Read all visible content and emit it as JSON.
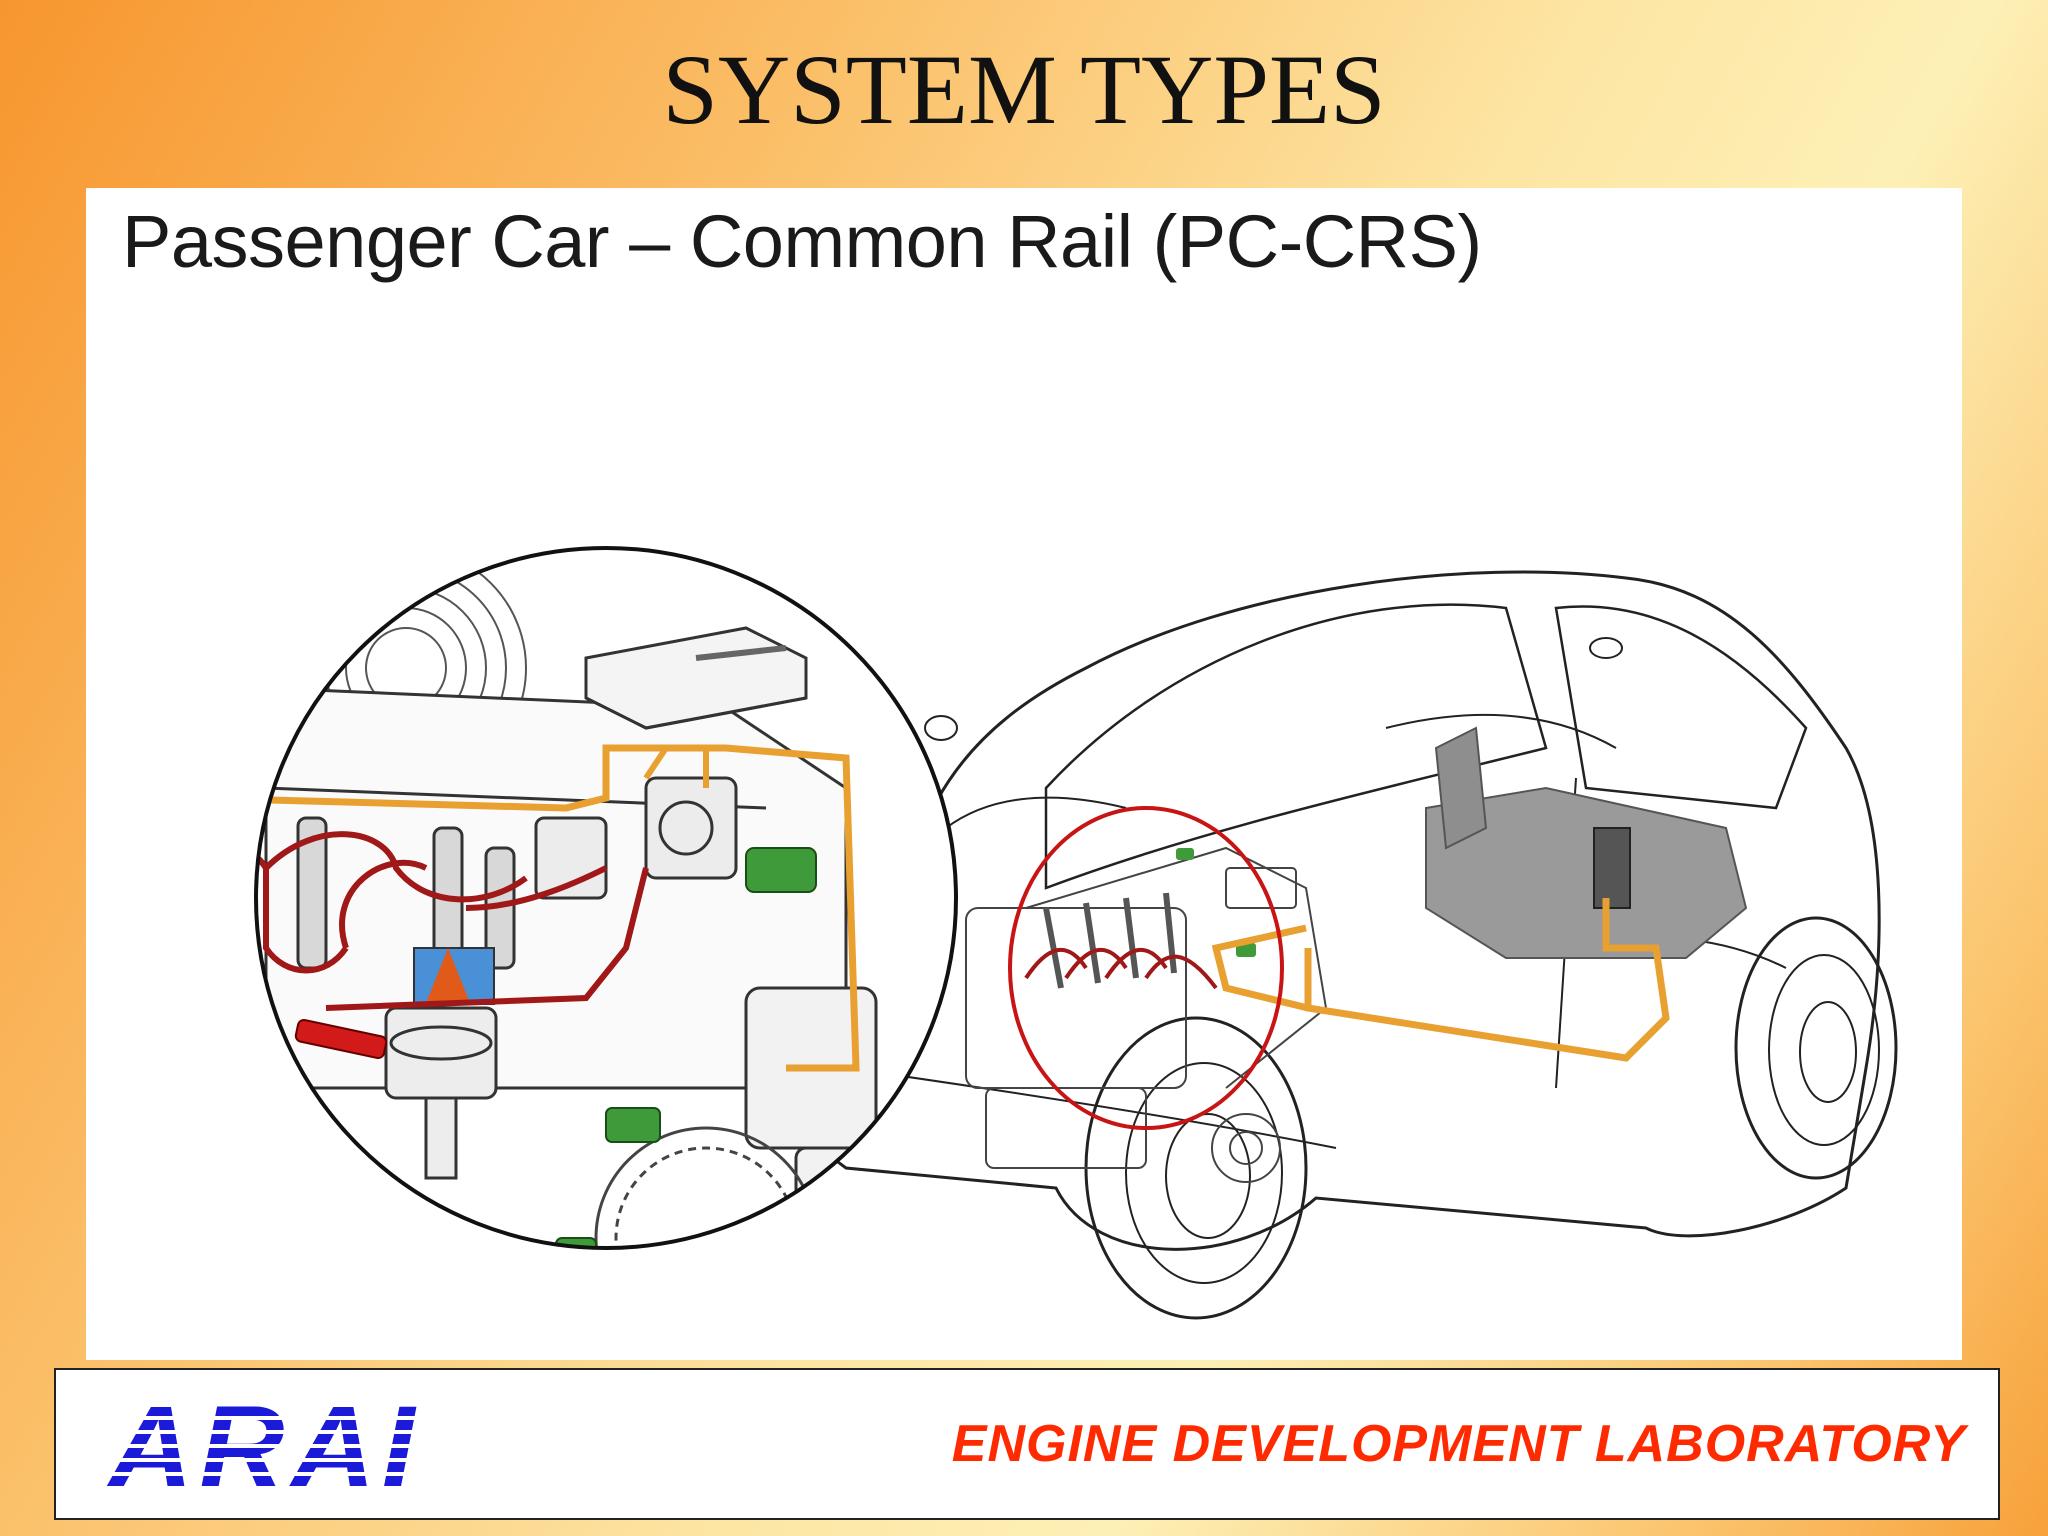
{
  "slide": {
    "title": "SYSTEM TYPES"
  },
  "diagram": {
    "title": "Passenger Car – Common Rail (PC-CRS)",
    "colors": {
      "high_pressure_line": "#a01818",
      "low_pressure_line": "#e8a030",
      "sensor": "#3f9a3a",
      "highlight_circle": "#c81414",
      "fuel_tank": "#9a9a9a"
    }
  },
  "footer": {
    "logo_text": "ARAI",
    "lab_name": "ENGINE DEVELOPMENT LABORATORY",
    "colors": {
      "logo": "#1a1ad8",
      "lab_name": "#ff2a00"
    }
  }
}
